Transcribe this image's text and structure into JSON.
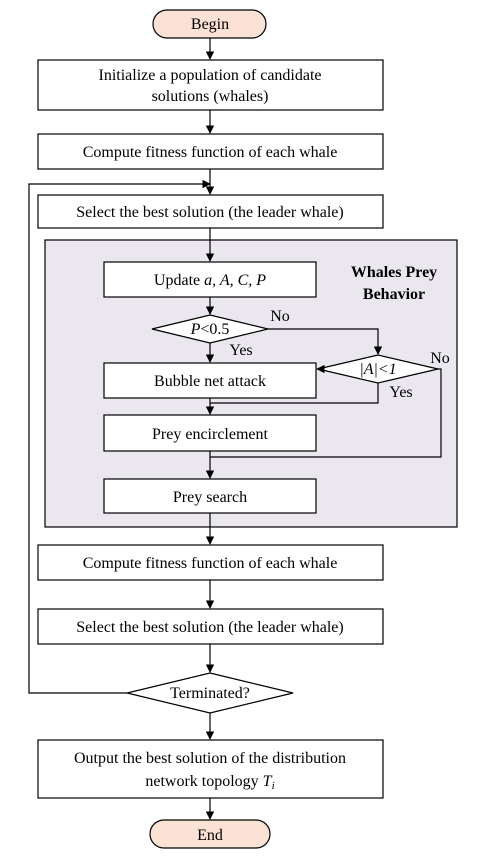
{
  "nodes": {
    "begin": "Begin",
    "init_line1": "Initialize a population of candidate",
    "init_line2": "solutions (whales)",
    "compute1": "Compute fitness function of each whale",
    "select1": "Select the best solution (the leader whale)",
    "region_title_line1": "Whales Prey",
    "region_title_line2": "Behavior",
    "update_prefix": "Update ",
    "update_vars": "a, A, C, P",
    "decision_p_var": "P",
    "decision_p_rest": "<0.5",
    "decision_a_text": "|A|<1",
    "bubble": "Bubble net attack",
    "encircle": "Prey encirclement",
    "search": "Prey search",
    "compute2": "Compute fitness function of each whale",
    "select2": "Select the best solution (the leader whale)",
    "terminated": "Terminated?",
    "output_line1": "Output the best solution of the distribution",
    "output_line2_prefix": "network topology ",
    "output_line2_var": "T",
    "output_line2_sub": "i",
    "end": "End"
  },
  "edge_labels": {
    "no1": "No",
    "yes1": "Yes",
    "no2": "No",
    "yes2": "Yes"
  },
  "colors": {
    "terminal_fill": "#fbe2d5",
    "region_fill": "#eae7ef"
  }
}
